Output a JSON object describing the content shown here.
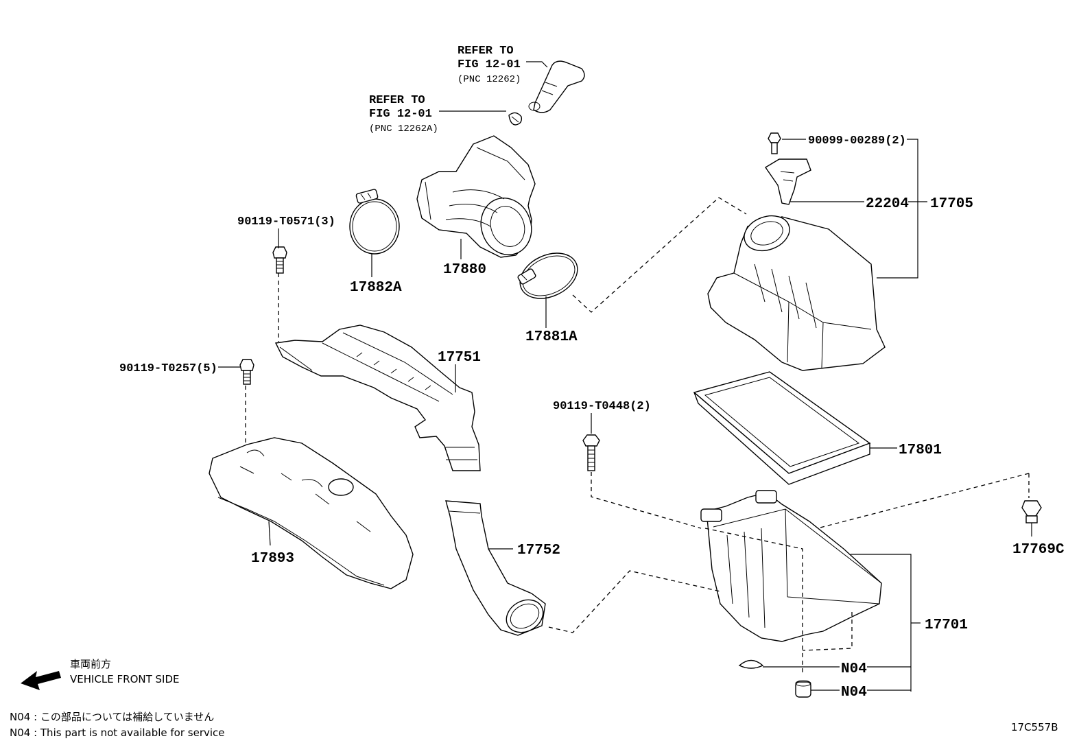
{
  "parts": {
    "p17705": "17705",
    "p22204": "22204",
    "p90099_00289": "90099-00289(2)",
    "p17880": "17880",
    "p17882A": "17882A",
    "p17881A": "17881A",
    "p90119_T0571": "90119-T0571(3)",
    "p17751": "17751",
    "p90119_T0257": "90119-T0257(5)",
    "p90119_T0448": "90119-T0448(2)",
    "p17801": "17801",
    "p17769C": "17769C",
    "p17752": "17752",
    "p17893": "17893",
    "p17701": "17701",
    "pN04a": "N04",
    "pN04b": "N04"
  },
  "refer1": {
    "line1": "REFER TO",
    "line2": "FIG 12-01",
    "line3": "(PNC 12262)"
  },
  "refer2": {
    "line1": "REFER TO",
    "line2": "FIG 12-01",
    "line3": "(PNC 12262A)"
  },
  "direction": {
    "jp": "車両前方",
    "en": "VEHICLE FRONT SIDE"
  },
  "notes": {
    "jp": "N04 : この部品については補給していません",
    "en": "N04 : This part is not available for service"
  },
  "figure_code": "17C557B"
}
